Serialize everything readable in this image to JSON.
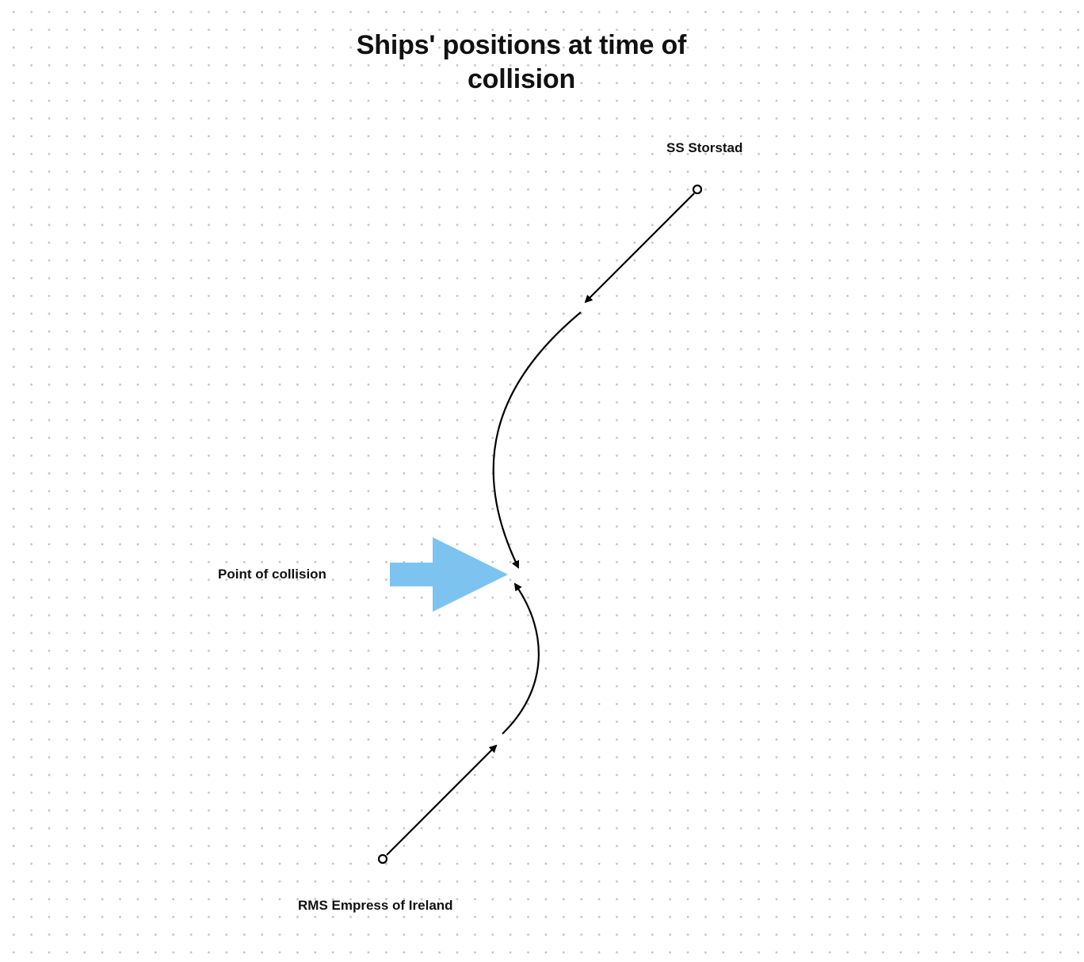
{
  "title": "Ships' positions at time of collision",
  "labels": {
    "storstad": "SS Storstad",
    "empress": "RMS Empress of Ireland",
    "collision": "Point of collision"
  },
  "colors": {
    "collision_arrow": "#7cc3f0",
    "lines": "#000000"
  }
}
